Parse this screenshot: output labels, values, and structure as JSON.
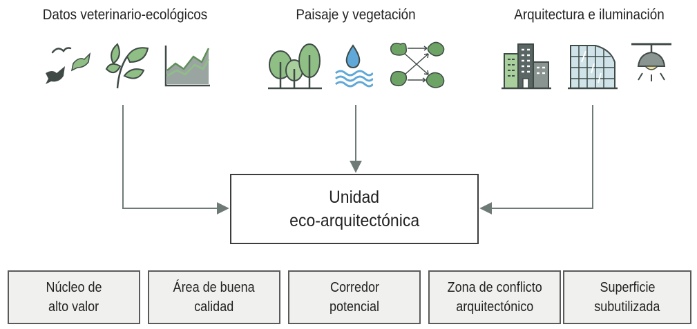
{
  "groups": [
    {
      "title": "Datos veterinario-ecológicos",
      "icons": [
        "birds-icon",
        "leaves-icon",
        "area-chart-icon"
      ]
    },
    {
      "title": "Paisaje y vegetación",
      "icons": [
        "trees-icon",
        "water-icon",
        "habitat-network-icon"
      ]
    },
    {
      "title": "Arquitectura e iluminación",
      "icons": [
        "buildings-icon",
        "glass-facade-icon",
        "ceiling-lamp-icon"
      ]
    }
  ],
  "center": {
    "line1": "Unidad",
    "line2": "eco-arquitectónica"
  },
  "categories": [
    {
      "line1": "Núcleo de",
      "line2": "alto valor"
    },
    {
      "line1": "Área de buena",
      "line2": "calidad"
    },
    {
      "line1": "Corredor",
      "line2": "potencial"
    },
    {
      "line1": "Zona de conflicto",
      "line2": "arquitectónico"
    },
    {
      "line1": "Superficie",
      "line2": "subutilizada"
    }
  ],
  "colors": {
    "connector": "#6e7a76",
    "icon_dark": "#3f4a47",
    "icon_green": "#8fbf84",
    "icon_green_dark": "#5f8f57",
    "water": "#5fa8d8",
    "category_fill": "#f0f0ee"
  }
}
